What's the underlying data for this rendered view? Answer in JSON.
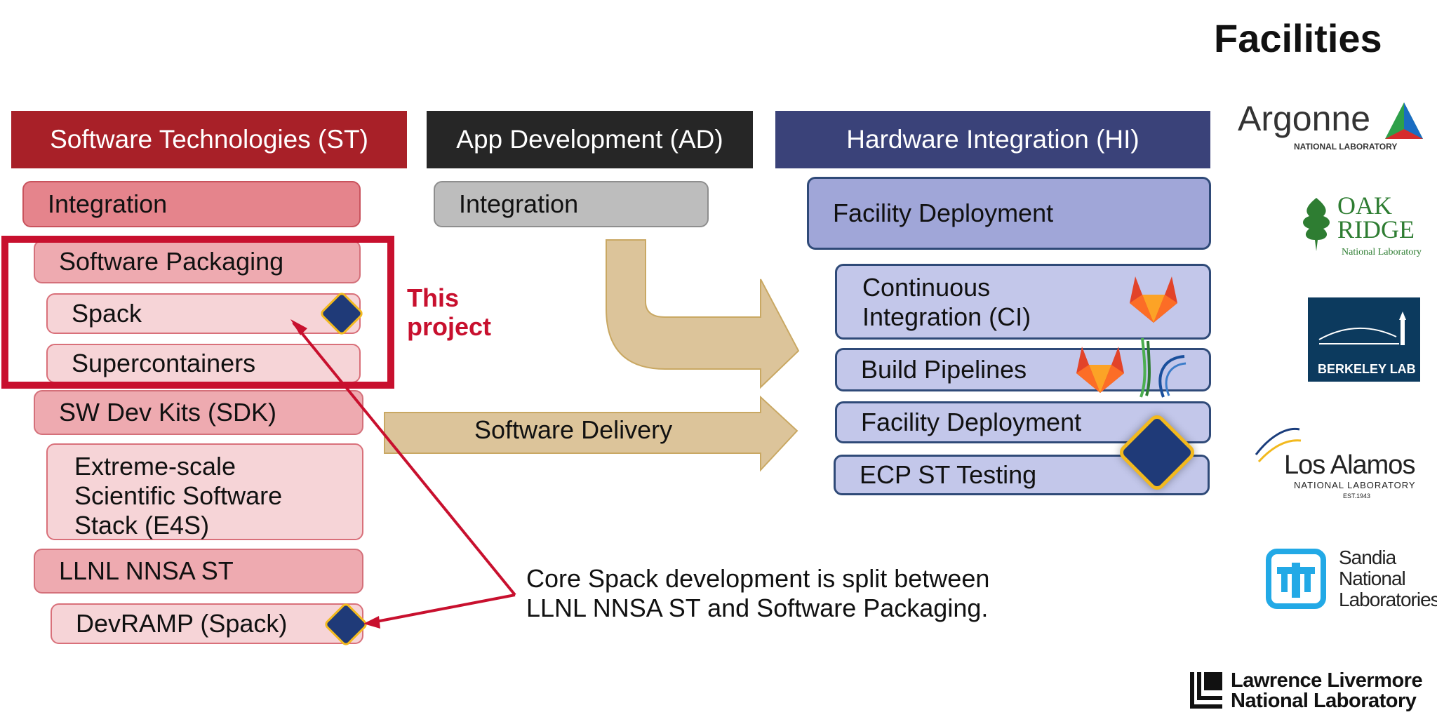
{
  "title": "Facilities",
  "columns": {
    "st": {
      "header": "Software Technologies (ST)",
      "color": "#a82028"
    },
    "ad": {
      "header": "App Development (AD)",
      "color": "#262626"
    },
    "hi": {
      "header": "Hardware Integration (HI)",
      "color": "#3a4279"
    }
  },
  "st_items": {
    "integration": "Integration",
    "software_packaging": "Software Packaging",
    "spack": "Spack",
    "supercontainers": "Supercontainers",
    "sdk": "SW Dev Kits (SDK)",
    "e4s_line1": "Extreme-scale",
    "e4s_line2": "Scientific Software",
    "e4s_line3": "Stack (E4S)",
    "llnl_nnsa": "LLNL NNSA ST",
    "devramp": "DevRAMP (Spack)"
  },
  "ad_items": {
    "integration": "Integration"
  },
  "hi_items": {
    "facility_deployment_main": "Facility Deployment",
    "ci_line1": "Continuous",
    "ci_line2": "Integration (CI)",
    "build_pipelines": "Build Pipelines",
    "facility_deployment": "Facility Deployment",
    "ecp_st_testing": "ECP ST Testing"
  },
  "highlight": {
    "line1": "This",
    "line2": "project",
    "color": "#c8102e"
  },
  "arrows": {
    "software_delivery": "Software Delivery",
    "color": "#dcc49a"
  },
  "note": {
    "line1": "Core Spack development is split between",
    "line2": "LLNL NNSA ST and Software Packaging."
  },
  "logos": {
    "argonne": {
      "name": "Argonne",
      "sub": "NATIONAL LABORATORY"
    },
    "ornl": {
      "line1": "OAK",
      "line2": "RIDGE",
      "sub": "National Laboratory"
    },
    "berkeley": {
      "name": "BERKELEY LAB"
    },
    "los_alamos": {
      "name": "Los Alamos",
      "sub": "NATIONAL LABORATORY",
      "est": "EST.1943"
    },
    "sandia": {
      "line1": "Sandia",
      "line2": "National",
      "line3": "Laboratories"
    },
    "llnl": {
      "line1": "Lawrence Livermore",
      "line2": "National Laboratory"
    }
  }
}
